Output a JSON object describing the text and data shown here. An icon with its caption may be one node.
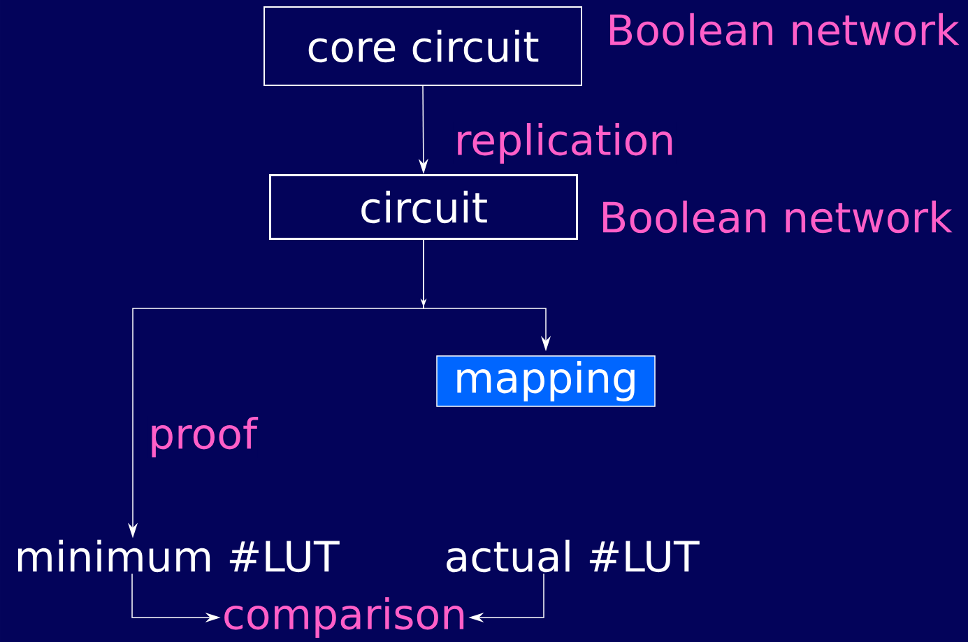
{
  "diagram": {
    "nodes": [
      {
        "text": [
          "core circuit"
        ],
        "beside": [
          "Boolean network"
        ]
      },
      {
        "text": [
          "circuit"
        ],
        "beside": [
          "Boolean network"
        ]
      },
      {
        "text": [
          "mapping"
        ]
      },
      {
        "text": [
          "minimum #LUT"
        ]
      },
      {
        "text": [
          "actual #LUT"
        ]
      },
      {
        "text": [
          "comparison"
        ]
      }
    ],
    "edges": [
      {
        "from": 0,
        "to": 1,
        "arrow": "to",
        "label": "replication"
      },
      {
        "from": 1,
        "to": 2,
        "arrow": "to"
      },
      {
        "from": 1,
        "to": 3,
        "arrow": "to",
        "label": "proof"
      },
      {
        "from": 3,
        "to": 5,
        "arrow": "to"
      },
      {
        "from": 4,
        "to": 5,
        "arrow": "to"
      }
    ]
  }
}
